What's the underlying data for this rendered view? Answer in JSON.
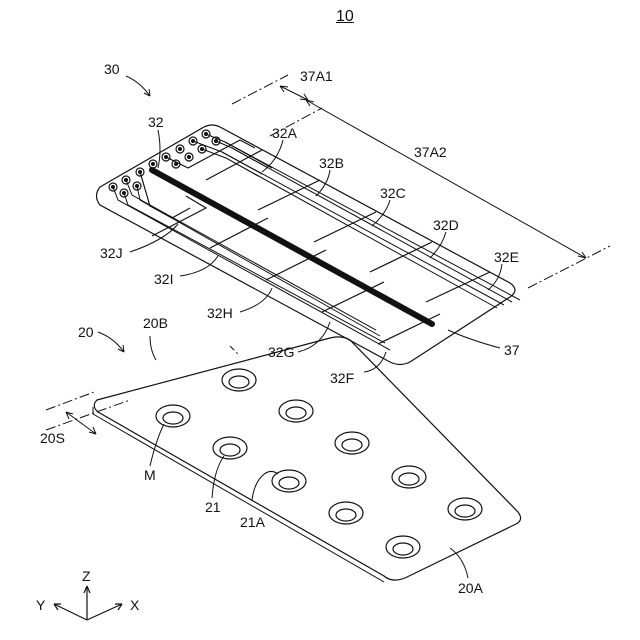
{
  "figure": {
    "number": "10"
  },
  "labels": {
    "assembly_30": "30",
    "flex_board_32": "32",
    "dim_37A1": "37A1",
    "dim_37A2": "37A2",
    "pad_32A": "32A",
    "pad_32B": "32B",
    "pad_32C": "32C",
    "pad_32D": "32D",
    "pad_32E": "32E",
    "pad_32F": "32F",
    "pad_32G": "32G",
    "pad_32H": "32H",
    "pad_32I": "32I",
    "pad_32J": "32J",
    "sheet_37": "37",
    "assembly_20": "20",
    "edge_20B": "20B",
    "edge_20A": "20A",
    "spacing_20S": "20S",
    "mark_M": "M",
    "well_21": "21",
    "well_21A": "21A"
  },
  "axes": {
    "z": "Z",
    "y": "Y",
    "x": "X"
  }
}
